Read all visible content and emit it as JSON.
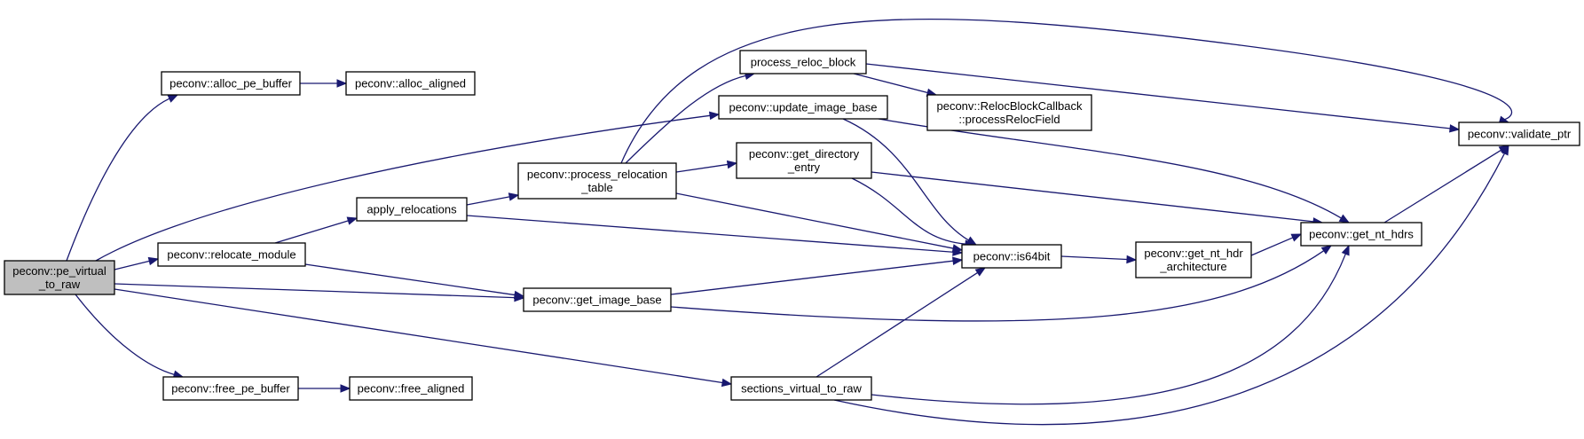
{
  "diagram": {
    "type": "call-graph",
    "colors": {
      "edge": "#191970",
      "node_fill": "#ffffff",
      "root_fill": "#bfbfbf",
      "node_border": "#000000"
    },
    "nodes": [
      {
        "id": "pe_virtual_to_raw",
        "lines": [
          "peconv::pe_virtual",
          "_to_raw"
        ],
        "root": true
      },
      {
        "id": "alloc_pe_buffer",
        "lines": [
          "peconv::alloc_pe_buffer"
        ]
      },
      {
        "id": "alloc_aligned",
        "lines": [
          "peconv::alloc_aligned"
        ]
      },
      {
        "id": "relocate_module",
        "lines": [
          "peconv::relocate_module"
        ]
      },
      {
        "id": "apply_relocations",
        "lines": [
          "apply_relocations"
        ]
      },
      {
        "id": "process_relocation_table",
        "lines": [
          "peconv::process_relocation",
          "_table"
        ]
      },
      {
        "id": "process_reloc_block",
        "lines": [
          "process_reloc_block"
        ]
      },
      {
        "id": "update_image_base",
        "lines": [
          "peconv::update_image_base"
        ]
      },
      {
        "id": "relocblockcallback",
        "lines": [
          "peconv::RelocBlockCallback",
          "::processRelocField"
        ]
      },
      {
        "id": "get_directory_entry",
        "lines": [
          "peconv::get_directory",
          "_entry"
        ]
      },
      {
        "id": "get_image_base",
        "lines": [
          "peconv::get_image_base"
        ]
      },
      {
        "id": "is64bit",
        "lines": [
          "peconv::is64bit"
        ]
      },
      {
        "id": "get_nt_hdr_architecture",
        "lines": [
          "peconv::get_nt_hdr",
          "_architecture"
        ]
      },
      {
        "id": "get_nt_hdrs",
        "lines": [
          "peconv::get_nt_hdrs"
        ]
      },
      {
        "id": "validate_ptr",
        "lines": [
          "peconv::validate_ptr"
        ]
      },
      {
        "id": "free_pe_buffer",
        "lines": [
          "peconv::free_pe_buffer"
        ]
      },
      {
        "id": "free_aligned",
        "lines": [
          "peconv::free_aligned"
        ]
      },
      {
        "id": "sections_virtual_to_raw",
        "lines": [
          "sections_virtual_to_raw"
        ]
      }
    ],
    "edges": [
      {
        "from": "pe_virtual_to_raw",
        "to": "alloc_pe_buffer"
      },
      {
        "from": "pe_virtual_to_raw",
        "to": "update_image_base"
      },
      {
        "from": "pe_virtual_to_raw",
        "to": "relocate_module"
      },
      {
        "from": "pe_virtual_to_raw",
        "to": "get_image_base"
      },
      {
        "from": "pe_virtual_to_raw",
        "to": "sections_virtual_to_raw"
      },
      {
        "from": "pe_virtual_to_raw",
        "to": "free_pe_buffer"
      },
      {
        "from": "alloc_pe_buffer",
        "to": "alloc_aligned"
      },
      {
        "from": "free_pe_buffer",
        "to": "free_aligned"
      },
      {
        "from": "relocate_module",
        "to": "apply_relocations"
      },
      {
        "from": "relocate_module",
        "to": "get_image_base"
      },
      {
        "from": "apply_relocations",
        "to": "process_relocation_table"
      },
      {
        "from": "apply_relocations",
        "to": "is64bit"
      },
      {
        "from": "process_relocation_table",
        "to": "process_reloc_block"
      },
      {
        "from": "process_relocation_table",
        "to": "get_directory_entry"
      },
      {
        "from": "process_relocation_table",
        "to": "is64bit"
      },
      {
        "from": "process_relocation_table",
        "to": "validate_ptr"
      },
      {
        "from": "process_reloc_block",
        "to": "relocblockcallback"
      },
      {
        "from": "process_reloc_block",
        "to": "validate_ptr"
      },
      {
        "from": "update_image_base",
        "to": "is64bit"
      },
      {
        "from": "update_image_base",
        "to": "get_nt_hdrs"
      },
      {
        "from": "get_directory_entry",
        "to": "is64bit"
      },
      {
        "from": "get_directory_entry",
        "to": "get_nt_hdrs"
      },
      {
        "from": "get_image_base",
        "to": "is64bit"
      },
      {
        "from": "get_image_base",
        "to": "get_nt_hdrs"
      },
      {
        "from": "is64bit",
        "to": "get_nt_hdr_architecture"
      },
      {
        "from": "get_nt_hdr_architecture",
        "to": "get_nt_hdrs"
      },
      {
        "from": "get_nt_hdrs",
        "to": "validate_ptr"
      },
      {
        "from": "sections_virtual_to_raw",
        "to": "is64bit"
      },
      {
        "from": "sections_virtual_to_raw",
        "to": "get_nt_hdrs"
      },
      {
        "from": "sections_virtual_to_raw",
        "to": "validate_ptr"
      }
    ]
  }
}
